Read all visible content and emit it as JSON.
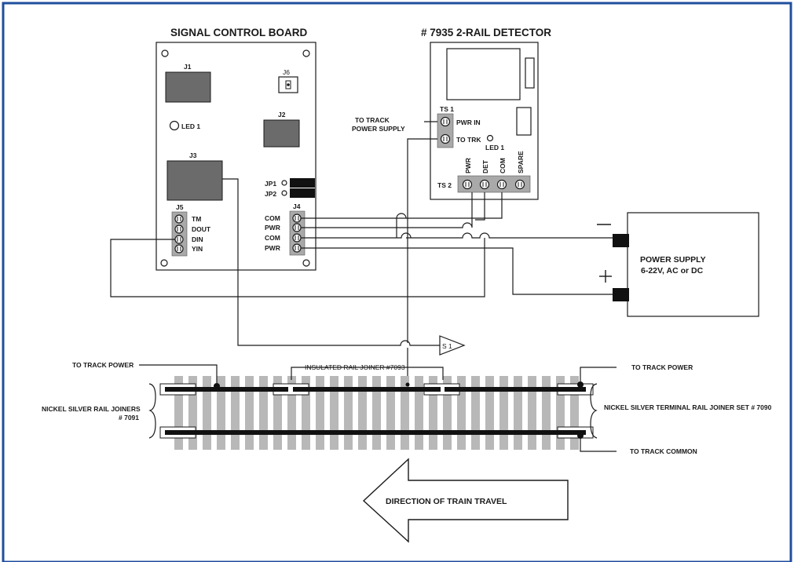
{
  "colors": {
    "frame": "#1f4e9c",
    "chip": "#6b6b6b",
    "strip": "#a9a9a9",
    "tie": "#b8b8b8",
    "rail": "#111111"
  },
  "board": {
    "title": "SIGNAL CONTROL BOARD",
    "j1": "J1",
    "j2": "J2",
    "j3": "J3",
    "j4": "J4",
    "j5": "J5",
    "j6": "J6",
    "led": "LED  1",
    "jp1": "JP1",
    "jp2": "JP2",
    "j4_pins": [
      "COM",
      "PWR",
      "COM",
      "PWR"
    ],
    "j5_pins": [
      "TM",
      "DOUT",
      "DIN",
      "YIN"
    ]
  },
  "detector": {
    "title": "# 7935 2-RAIL DETECTOR",
    "ts1": "TS 1",
    "ts2": "TS 2",
    "pwr_in": "PWR IN",
    "to_trk": "TO TRK",
    "led": "LED 1",
    "ts2_pins": [
      "PWR",
      "DET",
      "COM",
      "SPARE"
    ],
    "to_track_power_supply": [
      "TO TRACK",
      "POWER SUPPLY"
    ]
  },
  "power_supply": {
    "line1": "POWER SUPPLY",
    "line2": "6-22V, AC or DC",
    "minus": "—",
    "plus": "+"
  },
  "signal": {
    "label": "S 1"
  },
  "track": {
    "to_track_power_left": "TO TRACK POWER",
    "insulated_joiner": "INSULATED RAIL JOINER #7093",
    "to_track_power_right": "TO TRACK POWER",
    "nickel_left": [
      "NICKEL SILVER RAIL JOINERS",
      "# 7091"
    ],
    "nickel_right": "NICKEL SILVER TERMINAL RAIL JOINER SET # 7090",
    "to_track_common": "TO TRACK COMMON"
  },
  "direction": {
    "label": "DIRECTION OF TRAIN TRAVEL"
  }
}
